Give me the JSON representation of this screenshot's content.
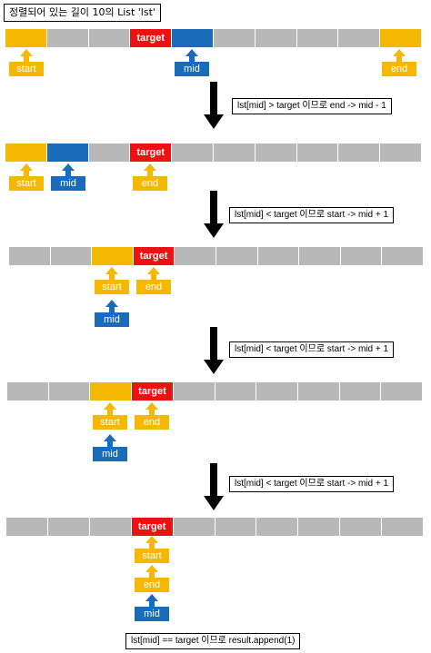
{
  "title": "정렬되어 있는 길이 10의 List 'lst'",
  "cell_target_label": "target",
  "colors": {
    "gray": "#b8b8b8",
    "yellow": "#f5b800",
    "blue": "#1a6bb8",
    "red": "#ee1111"
  },
  "labels": {
    "start": "start",
    "mid": "mid",
    "end": "end"
  },
  "notes": {
    "n1": "lst[mid] > target 이므로 end -> mid - 1",
    "n2": "lst[mid] < target 이므로 start -> mid + 1",
    "n3": "lst[mid] < target 이므로 start -> mid + 1",
    "n4": "lst[mid] < target 이므로 start -> mid + 1",
    "n5": "lst[mid] == target 이므로 result.append(1)"
  }
}
